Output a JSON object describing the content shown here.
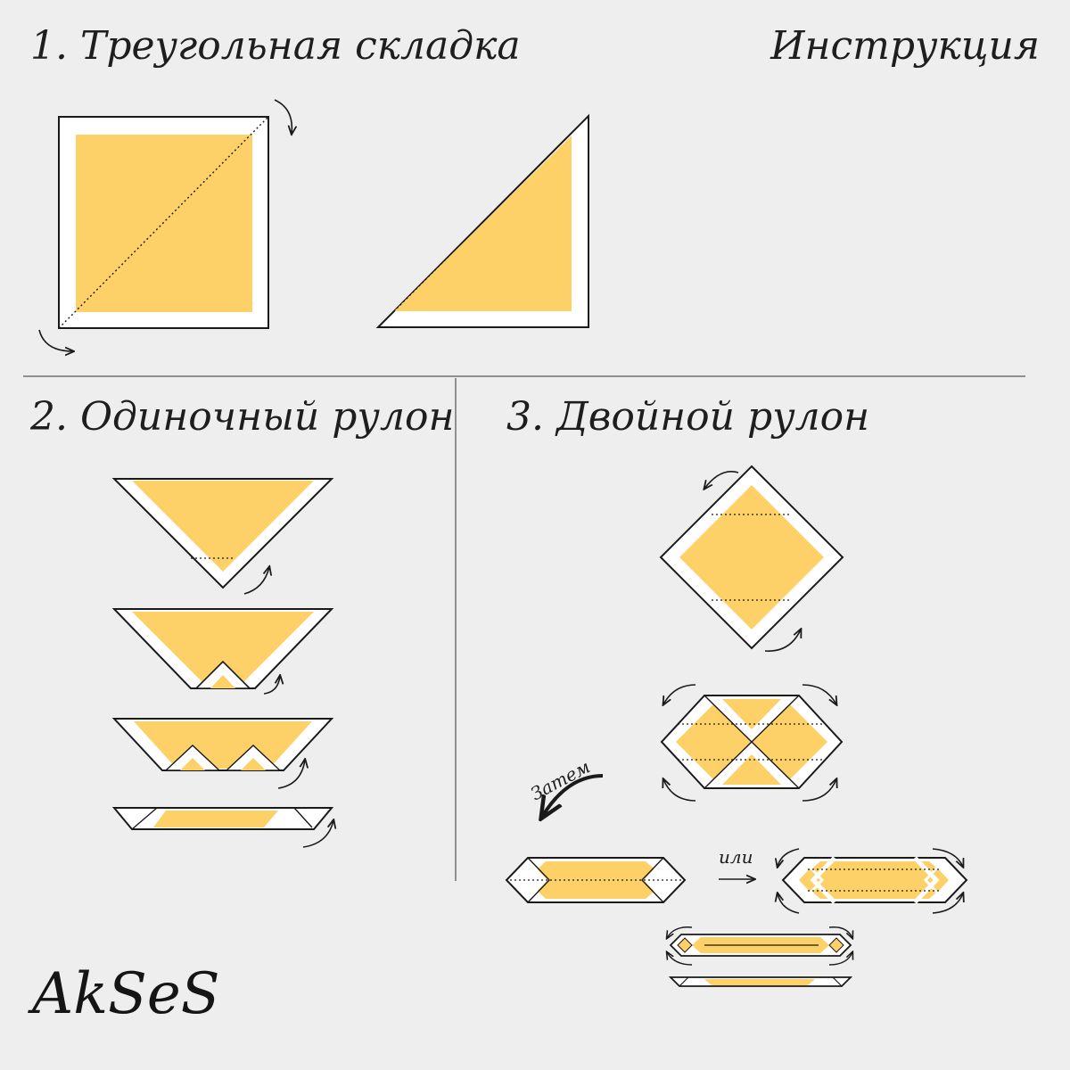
{
  "header": {
    "section1_title": "1. Треугольная складка",
    "instruction_label": "Инструкция"
  },
  "section2": {
    "title": "2. Одиночный рулон"
  },
  "section3": {
    "title": "3. Двойной рулон",
    "then_label": "Затем",
    "or_label": "или"
  },
  "brand": {
    "name": "AkSeS"
  },
  "colors": {
    "background": "#eeeeee",
    "fill": "#fdd068",
    "border": "#ffffff",
    "outline": "#1a1a1a"
  }
}
